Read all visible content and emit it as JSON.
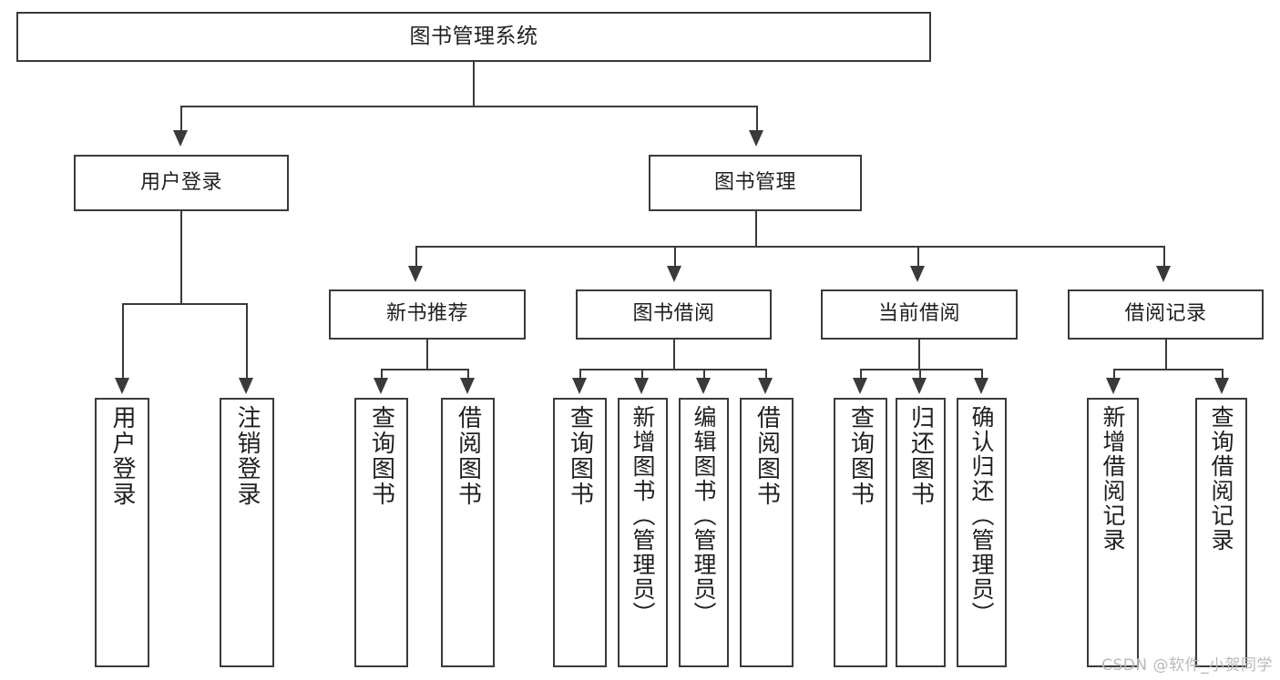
{
  "diagram": {
    "title": "图书管理系统",
    "type": "tree",
    "watermark": "CSDN @软件_小贺同学",
    "colors": {
      "stroke": "#3a3a3a",
      "fill": "#ffffff",
      "text": "#1f1f1f",
      "watermark": "#b9b9b9"
    },
    "levels": {
      "root": {
        "label": "图书管理系统"
      },
      "level2": [
        {
          "id": "user-login",
          "label": "用户登录"
        },
        {
          "id": "book-manage",
          "label": "图书管理"
        }
      ],
      "level3": [
        {
          "id": "new-book-recommend",
          "label": "新书推荐"
        },
        {
          "id": "book-borrow",
          "label": "图书借阅"
        },
        {
          "id": "current-borrow",
          "label": "当前借阅"
        },
        {
          "id": "borrow-record",
          "label": "借阅记录"
        }
      ],
      "leaves": [
        {
          "id": "leaf-user-login",
          "label": "用户登录",
          "parent": "user-login"
        },
        {
          "id": "leaf-logout",
          "label": "注销登录",
          "parent": "user-login"
        },
        {
          "id": "leaf-query-book-1",
          "label": "查询图书",
          "parent": "new-book-recommend"
        },
        {
          "id": "leaf-borrow-book-1",
          "label": "借阅图书",
          "parent": "new-book-recommend"
        },
        {
          "id": "leaf-query-book-2",
          "label": "查询图书",
          "parent": "book-borrow"
        },
        {
          "id": "leaf-add-book",
          "label": "新增图书（管理员）",
          "parent": "book-borrow"
        },
        {
          "id": "leaf-edit-book",
          "label": "编辑图书（管理员）",
          "parent": "book-borrow"
        },
        {
          "id": "leaf-borrow-book-2",
          "label": "借阅图书",
          "parent": "book-borrow"
        },
        {
          "id": "leaf-query-book-3",
          "label": "查询图书",
          "parent": "current-borrow"
        },
        {
          "id": "leaf-return-book",
          "label": "归还图书",
          "parent": "current-borrow"
        },
        {
          "id": "leaf-confirm-return",
          "label": "确认归还（管理员）",
          "parent": "current-borrow"
        },
        {
          "id": "leaf-add-record",
          "label": "新增借阅记录",
          "parent": "borrow-record"
        },
        {
          "id": "leaf-query-record",
          "label": "查询借阅记录",
          "parent": "borrow-record"
        }
      ]
    }
  }
}
